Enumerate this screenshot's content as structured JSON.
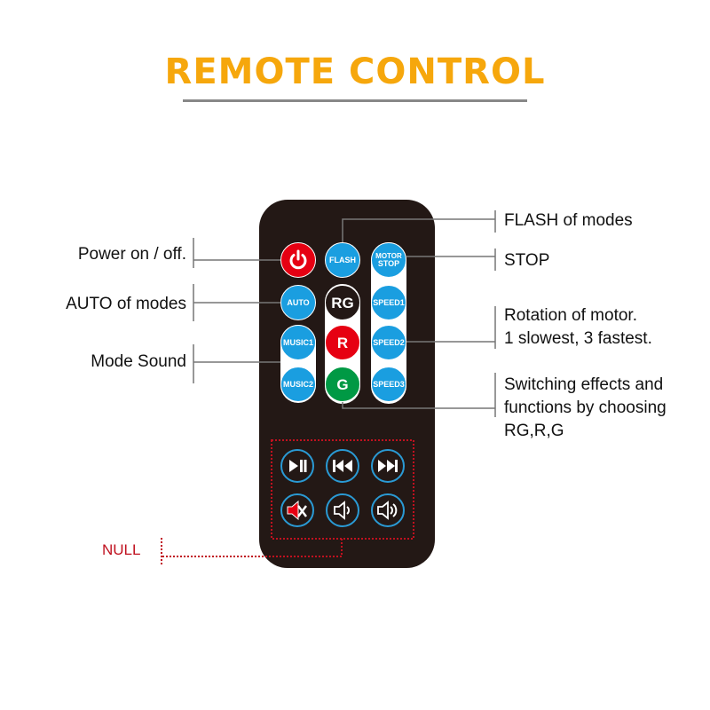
{
  "title": "REMOTE CONTROL",
  "buttons": {
    "flash": "FLASH",
    "motor": "MOTOR",
    "stop": "STOP",
    "auto": "AUTO",
    "rg": "RG",
    "speed1": "SPEED1",
    "music1": "MUSIC1",
    "r": "R",
    "speed2": "SPEED2",
    "music2": "MUSIC2",
    "g": "G",
    "speed3": "SPEED3"
  },
  "media_icons": [
    "play-pause-icon",
    "previous-icon",
    "next-icon",
    "mute-icon",
    "volume-down-icon",
    "volume-up-icon"
  ],
  "labels": {
    "power": "Power on / off.",
    "auto": "AUTO  of modes",
    "sound": "Mode Sound",
    "flash": "FLASH of modes",
    "stop": "STOP",
    "rotation1": "Rotation of motor.",
    "rotation2": "1 slowest, 3 fastest.",
    "switch1": "Switching effects and",
    "switch2": "functions by choosing",
    "switch3": "RG,R,G",
    "null": "NULL"
  },
  "colors": {
    "title": "#f6a70c",
    "blue": "#1a9ee0",
    "red": "#e60012",
    "green": "#009944",
    "body": "#231815",
    "null": "#c0111f"
  }
}
